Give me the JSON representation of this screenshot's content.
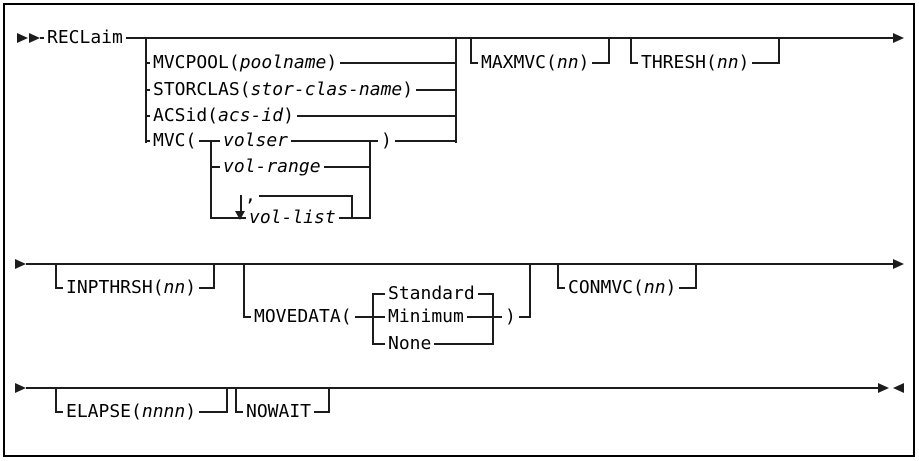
{
  "colors": {
    "line": "#1c1c1c",
    "text": "#000000",
    "background": "#ffffff"
  },
  "icons": {
    "row_start": "double-right-arrow",
    "row_continue": "right-arrow",
    "row_end": "right-arrow",
    "statement_end": "right-left-opposing-arrows",
    "repeat_loop": "down-arrow"
  },
  "syntax": {
    "command": "RECLaim",
    "row1": {
      "mvcpool": {
        "kw": "MVCPOOL(",
        "var": "poolname",
        "close": ")"
      },
      "storclas": {
        "kw": "STORCLAS(",
        "var": "stor-clas-name",
        "close": ")"
      },
      "acsid": {
        "kw": "ACSid(",
        "var": "acs-id",
        "close": ")"
      },
      "mvc": {
        "kw": "MVC(",
        "close": ")"
      },
      "mvc_values": {
        "volser": "volser",
        "vol_range": "vol-range",
        "vol_list": "vol-list",
        "separator": ","
      },
      "maxmvc": {
        "kw": "MAXMVC(",
        "var": "nn",
        "close": ")"
      },
      "thresh": {
        "kw": "THRESH(",
        "var": "nn",
        "close": ")"
      }
    },
    "row2": {
      "inpthrsh": {
        "kw": "INPTHRSH(",
        "var": "nn",
        "close": ")"
      },
      "movedata": {
        "kw": "MOVEDATA(",
        "close": ")"
      },
      "movedata_values": {
        "standard": "Standard",
        "minimum": "Minimum",
        "none": "None"
      },
      "conmvc": {
        "kw": "CONMVC(",
        "var": "nn",
        "close": ")"
      }
    },
    "row3": {
      "elapse": {
        "kw": "ELAPSE(",
        "var": "nnnn",
        "close": ")"
      },
      "nowait": "NOWAIT"
    }
  }
}
